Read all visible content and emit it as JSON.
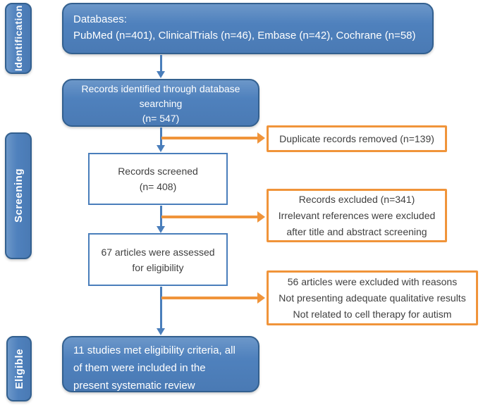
{
  "diagram": {
    "type": "prisma-flow",
    "colors": {
      "blue_fill": "#4F81BD",
      "blue_border": "#33608F",
      "arrow_blue": "#4A7EBB",
      "orange": "#F0943A",
      "text_dark": "#3F3F3F",
      "text_light": "#FFFFFF"
    },
    "stages": [
      {
        "label": "Identification"
      },
      {
        "label": "Screening"
      },
      {
        "label": "Eligible"
      }
    ],
    "boxes": {
      "databases": {
        "lines": [
          "Databases:",
          "PubMed (n=401), ClinicalTrials (n=46), Embase (n=42), Cochrane (n=58)"
        ]
      },
      "records_identified": {
        "lines": [
          "Records identified through database",
          "searching",
          "(n= 547)"
        ]
      },
      "duplicates_removed": {
        "lines": [
          "Duplicate records removed (n=139)"
        ]
      },
      "records_screened": {
        "lines": [
          "Records screened",
          "(n= 408)"
        ]
      },
      "records_excluded": {
        "lines": [
          "Records excluded (n=341)",
          "Irrelevant references were excluded",
          "after title and abstract screening"
        ]
      },
      "articles_assessed": {
        "lines": [
          "67 articles were assessed",
          "for eligibility"
        ]
      },
      "excluded_with_reasons": {
        "lines": [
          "56 articles were excluded with reasons",
          "Not presenting adequate qualitative results",
          "Not related to cell therapy for autism"
        ]
      },
      "studies_included": {
        "lines": [
          "11 studies met eligibility criteria, all",
          "of them were included in the",
          "present systematic review"
        ]
      }
    }
  }
}
